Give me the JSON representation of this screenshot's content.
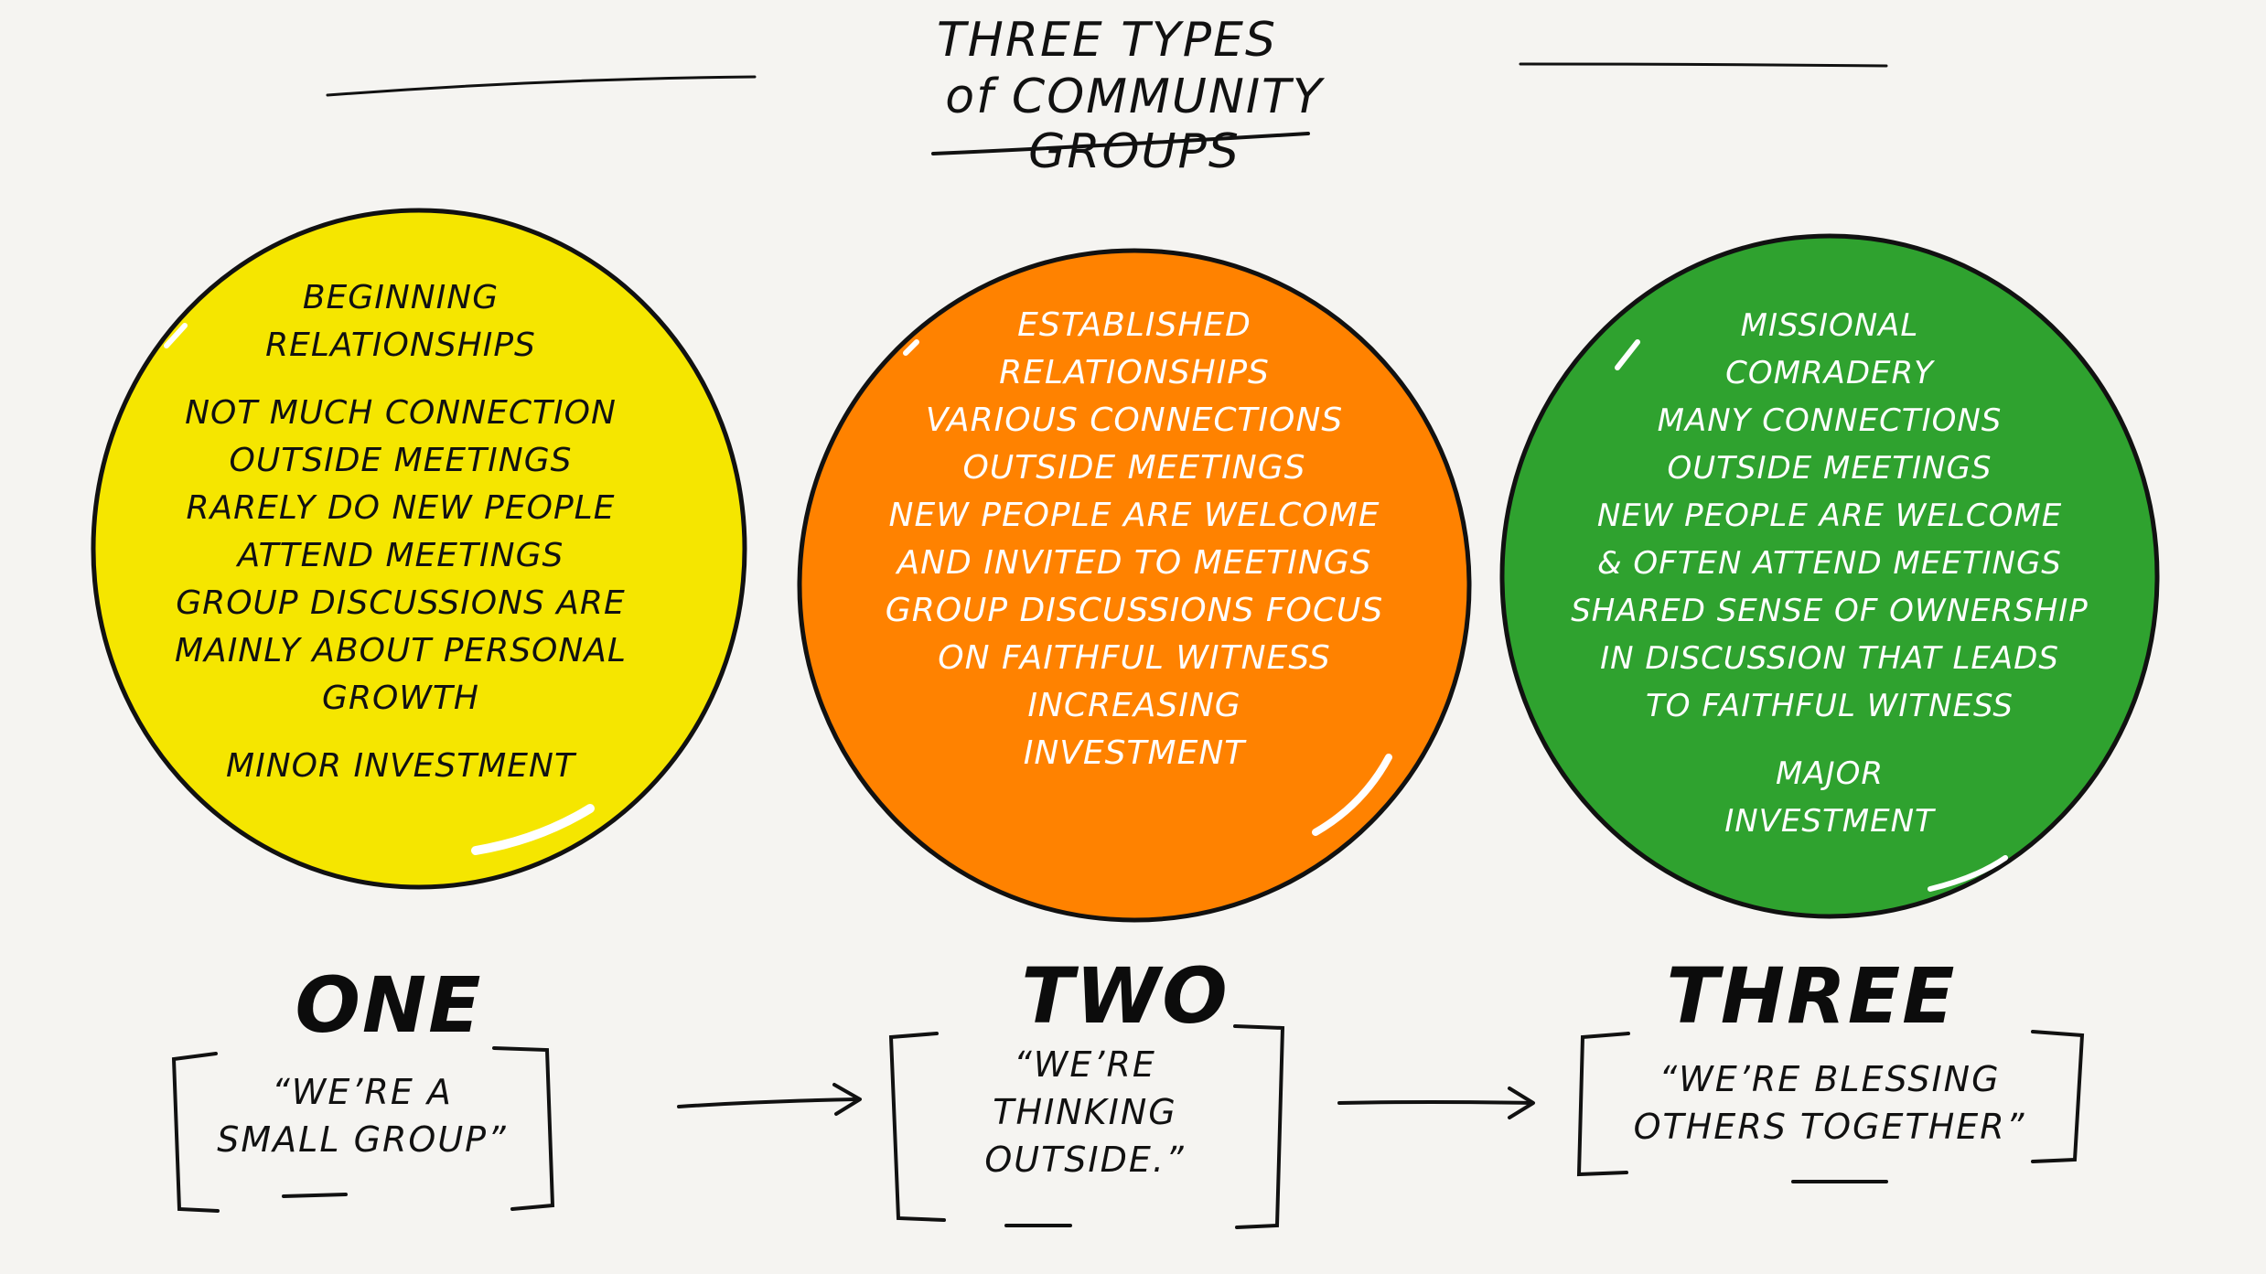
{
  "title": {
    "line1": "THREE TYPES",
    "line2": "of COMMUNITY GROUPS"
  },
  "groups": [
    {
      "label": "ONE",
      "color": "#f5e600",
      "text_color": "#111111",
      "lines": [
        "BEGINNING",
        "RELATIONSHIPS",
        "",
        "NOT MUCH CONNECTION",
        "OUTSIDE MEETINGS",
        "RARELY DO NEW PEOPLE",
        "ATTEND MEETINGS",
        "GROUP DISCUSSIONS ARE",
        "MAINLY ABOUT PERSONAL",
        "GROWTH",
        "",
        "MINOR INVESTMENT"
      ],
      "quote_lines": [
        "“WE’RE A",
        "SMALL GROUP”"
      ]
    },
    {
      "label": "TWO",
      "color": "#ff8200",
      "text_color": "#ffffff",
      "lines": [
        "ESTABLISHED",
        "RELATIONSHIPS",
        "VARIOUS CONNECTIONS",
        "OUTSIDE MEETINGS",
        "NEW PEOPLE ARE WELCOME",
        "AND INVITED TO MEETINGS",
        "GROUP DISCUSSIONS FOCUS",
        "ON FAITHFUL WITNESS",
        "INCREASING",
        "INVESTMENT"
      ],
      "quote_lines": [
        "“WE’RE",
        "THINKING",
        "OUTSIDE.”"
      ]
    },
    {
      "label": "THREE",
      "color": "#2fa22f",
      "text_color": "#ffffff",
      "lines": [
        "MISSIONAL",
        "COMRADERY",
        "MANY CONNECTIONS",
        "OUTSIDE MEETINGS",
        "NEW PEOPLE ARE WELCOME",
        "& OFTEN ATTEND MEETINGS",
        "SHARED SENSE OF OWNERSHIP",
        "IN DISCUSSION THAT LEADS",
        "TO FAITHFUL WITNESS",
        "",
        "MAJOR",
        "INVESTMENT"
      ],
      "quote_lines": [
        "“WE’RE BLESSING",
        "OTHERS TOGETHER”"
      ]
    }
  ],
  "colors": {
    "background": "#f5f4f1",
    "ink": "#111111",
    "yellow": "#f5e600",
    "orange": "#ff8200",
    "green": "#2fa22f"
  }
}
